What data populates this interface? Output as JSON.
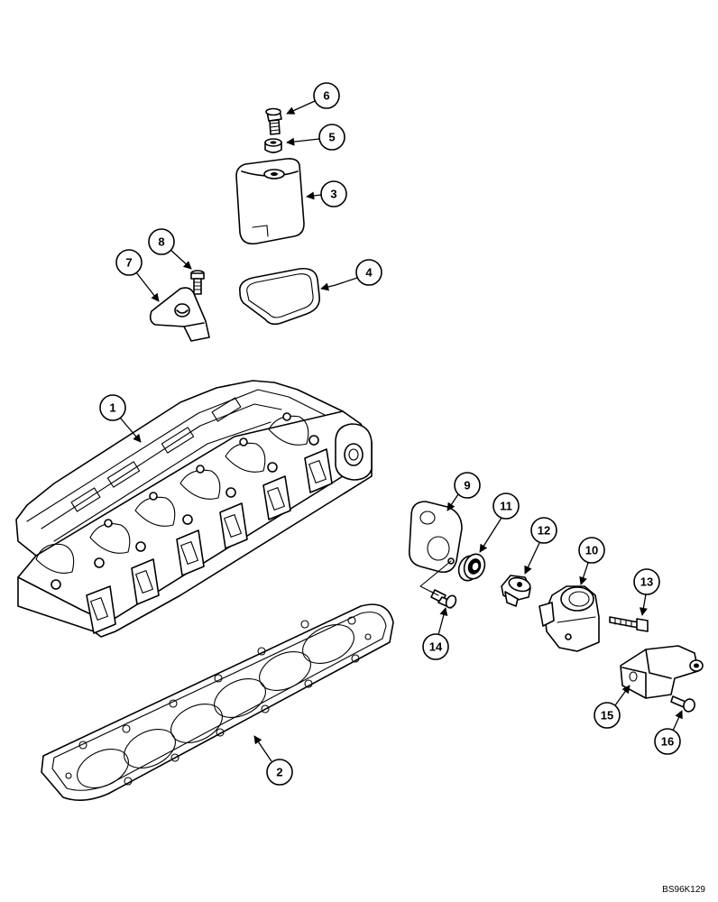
{
  "diagram": {
    "reference_code": "BS96K129",
    "callouts": [
      "1",
      "2",
      "3",
      "4",
      "5",
      "6",
      "7",
      "8",
      "9",
      "10",
      "11",
      "12",
      "13",
      "14",
      "15",
      "16"
    ]
  }
}
